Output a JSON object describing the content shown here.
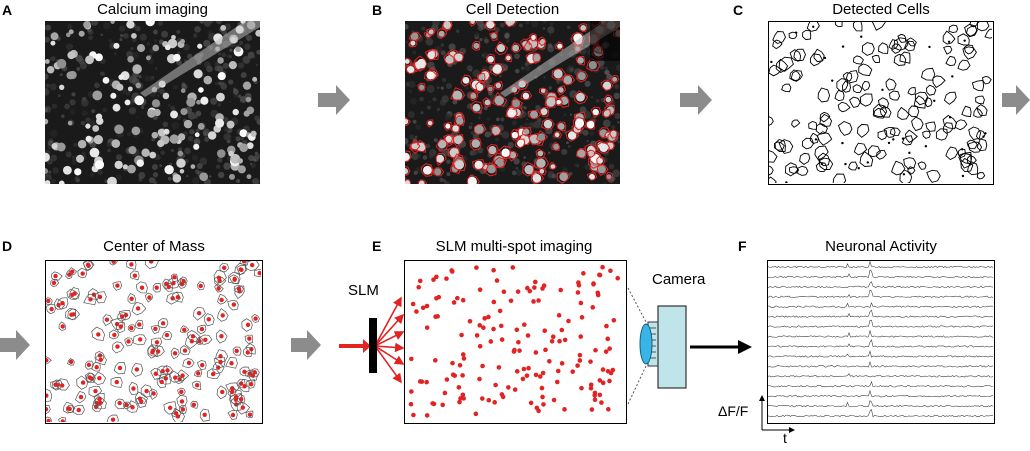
{
  "figure": {
    "panels": [
      {
        "letter": "A",
        "title": "Calcium imaging"
      },
      {
        "letter": "B",
        "title": "Cell Detection"
      },
      {
        "letter": "C",
        "title": "Detected Cells"
      },
      {
        "letter": "D",
        "title": "Center of Mass"
      },
      {
        "letter": "E",
        "title": "SLM multi-spot imaging"
      },
      {
        "letter": "F",
        "title": "Neuronal Activity"
      }
    ],
    "labels": {
      "slm": "SLM",
      "camera": "Camera",
      "y_axis": "ΔF/F",
      "x_axis": "t"
    },
    "colors": {
      "red": "#e32222",
      "gray_arrow": "#8c8c8c",
      "camera_body": "#bfe4ea",
      "lens": "#39b5e5"
    },
    "trace_count": 16
  }
}
